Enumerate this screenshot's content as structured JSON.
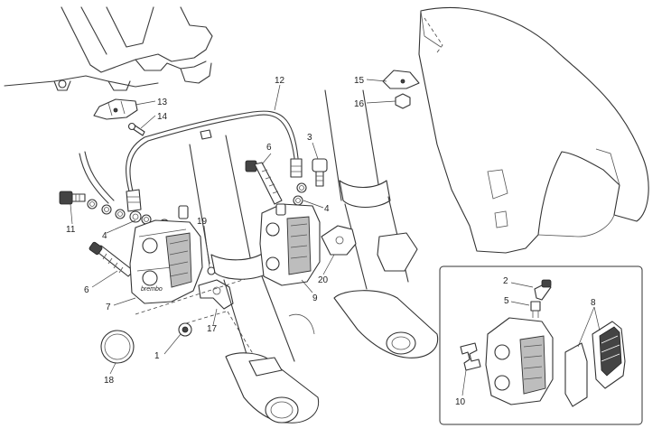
{
  "callouts": [
    {
      "id": "c1",
      "label": "1"
    },
    {
      "id": "c2",
      "label": "2"
    },
    {
      "id": "c3",
      "label": "3"
    },
    {
      "id": "c4a",
      "label": "4"
    },
    {
      "id": "c4b",
      "label": "4"
    },
    {
      "id": "c5",
      "label": "5"
    },
    {
      "id": "c6a",
      "label": "6"
    },
    {
      "id": "c6b",
      "label": "6"
    },
    {
      "id": "c7",
      "label": "7"
    },
    {
      "id": "c8",
      "label": "8"
    },
    {
      "id": "c9",
      "label": "9"
    },
    {
      "id": "c10",
      "label": "10"
    },
    {
      "id": "c11",
      "label": "11"
    },
    {
      "id": "c12",
      "label": "12"
    },
    {
      "id": "c13",
      "label": "13"
    },
    {
      "id": "c14",
      "label": "14"
    },
    {
      "id": "c15",
      "label": "15"
    },
    {
      "id": "c16",
      "label": "16"
    },
    {
      "id": "c17",
      "label": "17"
    },
    {
      "id": "c18",
      "label": "18"
    },
    {
      "id": "c19",
      "label": "19"
    },
    {
      "id": "c20",
      "label": "20"
    }
  ]
}
